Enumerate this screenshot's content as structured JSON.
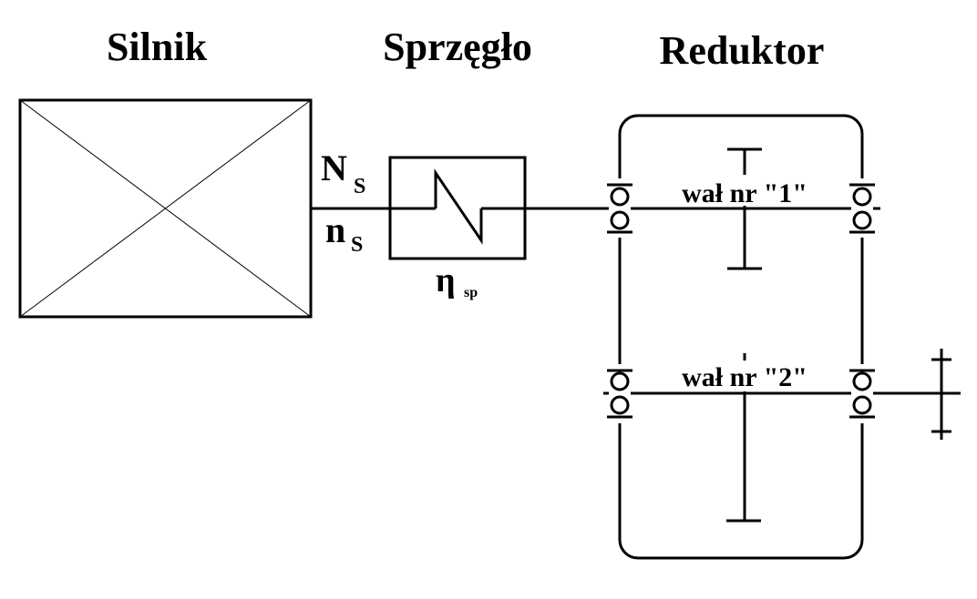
{
  "titles": {
    "motor": "Silnik",
    "coupling": "Sprzęgło",
    "gearbox": "Reduktor"
  },
  "motor_labels": {
    "power_symbol": "N",
    "power_subscript": "S",
    "speed_symbol": "n",
    "speed_subscript": "S"
  },
  "coupling_labels": {
    "efficiency_symbol": "η",
    "efficiency_subscript": "sp"
  },
  "shafts": {
    "shaft1": "wał nr \"1\"",
    "shaft2": "wał nr \"2\""
  }
}
